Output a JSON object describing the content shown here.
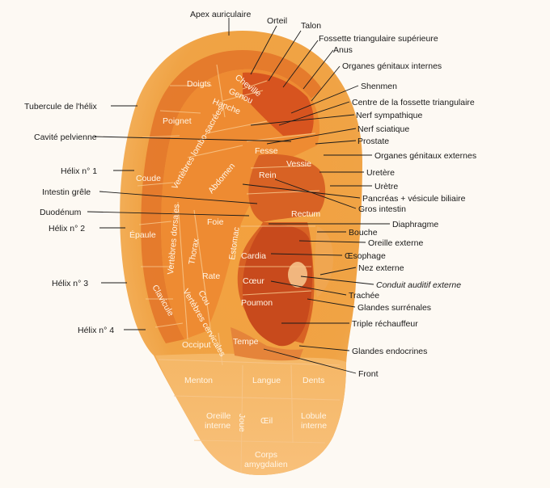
{
  "callouts": {
    "apex": "Apex auriculaire",
    "orteil": "Orteil",
    "talon": "Talon",
    "fossette_sup": "Fossette triangulaire supérieure",
    "anus": "Anus",
    "org_gen_int": "Organes génitaux internes",
    "tubercule": "Tubercule de l'hélix",
    "shenmen": "Shenmen",
    "centre_fossette": "Centre de la fossette triangulaire",
    "nerf_symp": "Nerf sympathique",
    "cavite": "Cavité pelvienne",
    "nerf_sciatique": "Nerf sciatique",
    "prostate": "Prostate",
    "org_gen_ext": "Organes génitaux externes",
    "helix1": "Hélix n° 1",
    "uretere": "Uretère",
    "intestin_grele": "Intestin grêle",
    "uretre": "Urètre",
    "pancreas": "Pancréas + vésicule biliaire",
    "duodenum": "Duodénum",
    "gros_intestin": "Gros intestin",
    "diaphragme": "Diaphragme",
    "helix2": "Hélix n° 2",
    "bouche": "Bouche",
    "oreille_ext": "Oreille externe",
    "oesophage": "Œsophage",
    "nez_ext": "Nez externe",
    "helix3": "Hélix n° 3",
    "conduit": "Conduit auditif externe",
    "trachee": "Trachée",
    "glandes_surr": "Glandes surrénales",
    "triple": "Triple réchauffeur",
    "helix4": "Hélix n° 4",
    "glandes_endo": "Glandes endocrines",
    "front": "Front"
  },
  "zones": {
    "doigts": "Doigts",
    "poignet": "Poignet",
    "coude": "Coude",
    "epaule": "Épaule",
    "clavicule": "Clavicule",
    "cheville": "Cheville",
    "genou": "Genou",
    "hanche": "Hanche",
    "fesse": "Fesse",
    "vessie": "Vessie",
    "rein": "Rein",
    "vertebres_lombo": "Vertèbres lombo-sacrées",
    "abdomen": "Abdomen",
    "rectum": "Rectum",
    "foie": "Foie",
    "estomac": "Estomac",
    "cardia": "Cardia",
    "vertebres_dorsales": "Vertèbres dorsales",
    "thorax": "Thorax",
    "rate": "Rate",
    "cou": "Cou",
    "vertebres_cervicales": "Vertèbres cervicales",
    "coeur": "Cœur",
    "poumon": "Poumon",
    "occiput": "Occiput",
    "tempe": "Tempe",
    "menton": "Menton",
    "langue": "Langue",
    "dents": "Dents",
    "oreille_interne_1": "Oreille",
    "oreille_interne_2": "interne",
    "joue": "Joue",
    "oeil": "Œil",
    "lobule_1": "Lobule",
    "lobule_2": "interne",
    "corps_1": "Corps",
    "corps_2": "amygdalien"
  }
}
